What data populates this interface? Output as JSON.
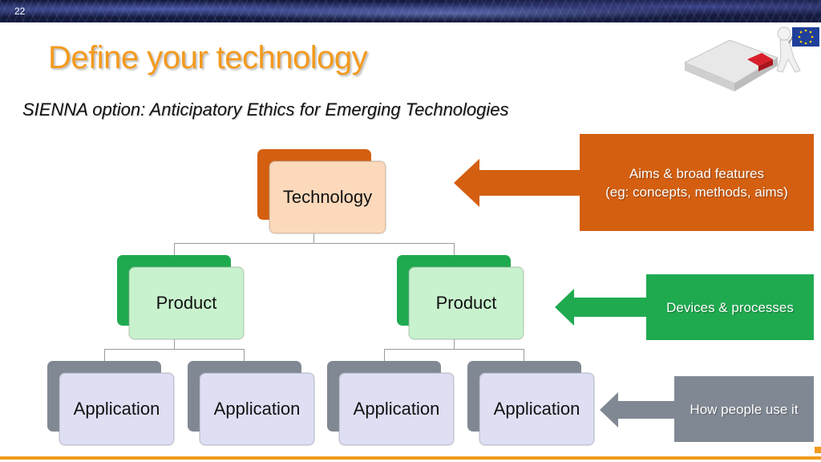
{
  "slide": {
    "number": "22",
    "title": "Define your technology",
    "subtitle": "SIENNA option: Anticipatory Ethics for Emerging Technologies"
  },
  "hierarchy": {
    "technology": "Technology",
    "products": [
      "Product",
      "Product"
    ],
    "applications": [
      "Application",
      "Application",
      "Application",
      "Application"
    ]
  },
  "callouts": {
    "technology_line1": "Aims & broad features",
    "technology_line2": "(eg: concepts, methods, aims)",
    "product": "Devices & processes",
    "application": "How people use it"
  },
  "colors": {
    "title": "#f39a1e",
    "technology": "#d45f10",
    "product": "#1faa50",
    "application": "#808893"
  },
  "icons": {
    "header_illustration": "puzzle-figure-eu-flag-icon"
  }
}
